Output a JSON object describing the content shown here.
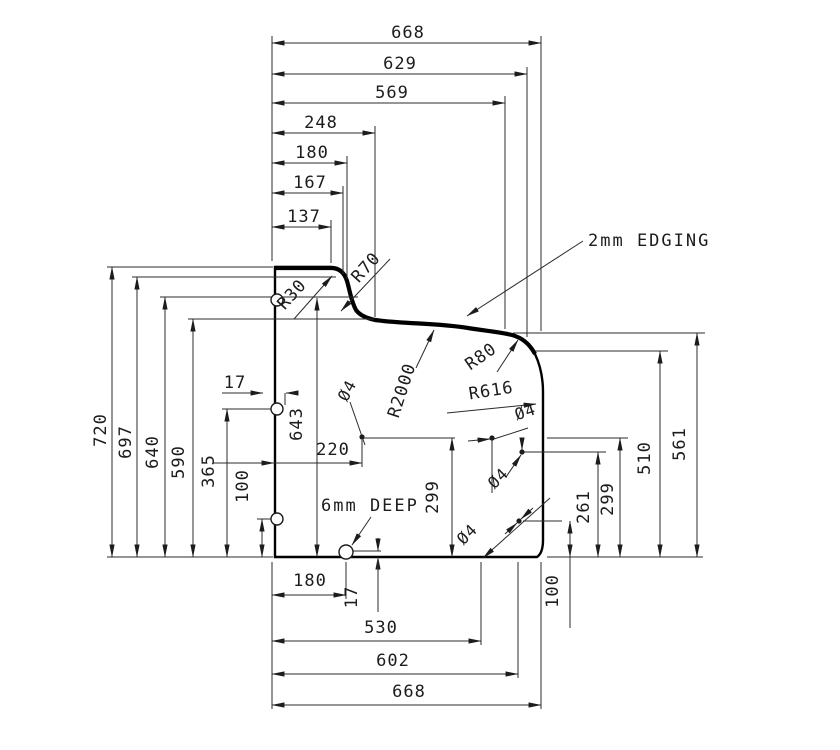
{
  "drawing": {
    "notes": {
      "edging": "2mm EDGING",
      "deep": "6mm DEEP"
    },
    "radii": {
      "r30": "R30",
      "r70": "R70",
      "r2000": "R2000",
      "r80": "R80",
      "r616": "R616"
    },
    "holes": {
      "d1": "Ø4",
      "d2": "Ø4",
      "d3": "Ø4",
      "d4": "Ø4"
    },
    "dims": {
      "top": {
        "w668": "668",
        "w629": "629",
        "w569": "569",
        "w248": "248",
        "w180": "180",
        "w167": "167",
        "w137": "137"
      },
      "left": {
        "h720": "720",
        "h697": "697",
        "h640": "640",
        "h590": "590",
        "h365": "365",
        "h100": "100"
      },
      "bottom": {
        "b180": "180",
        "b17": "17",
        "b530": "530",
        "b602": "602",
        "b668": "668",
        "b100": "100"
      },
      "right": {
        "r261": "261",
        "r299": "299",
        "r510": "510",
        "r561": "561"
      },
      "inner": {
        "i17": "17",
        "i643": "643",
        "i220": "220",
        "i299": "299"
      }
    },
    "colors": {
      "line": "#1c1c1c",
      "profile": "#000000",
      "background": "#ffffff"
    }
  }
}
